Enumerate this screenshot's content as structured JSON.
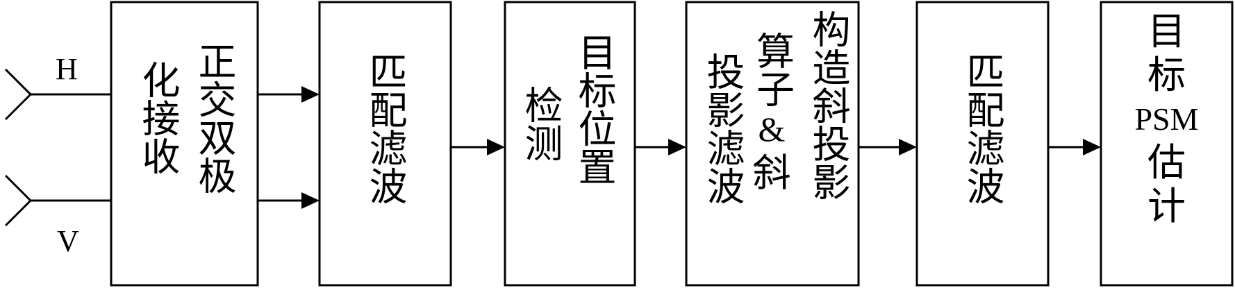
{
  "inputs": {
    "h_label": "H",
    "v_label": "V"
  },
  "blocks": {
    "receive": {
      "col1": "正交双极",
      "col2": "化接收"
    },
    "match1": {
      "col1": "匹配滤波"
    },
    "detect": {
      "col1": "目标位置",
      "col2": "检测"
    },
    "construct": {
      "col1": "构造斜投影",
      "col2_top": "算子",
      "col2_amp": "&",
      "col2_bottom": "斜",
      "col3": "投影滤波"
    },
    "match2": {
      "col1": "匹配滤波"
    },
    "estimate": {
      "line1": "目",
      "line2": "标",
      "line3": "PSM",
      "line4": "估",
      "line5": "计"
    }
  }
}
